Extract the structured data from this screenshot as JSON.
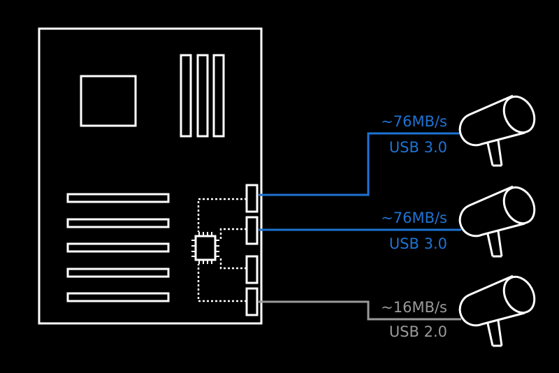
{
  "colors": {
    "background": "#000000",
    "board": "#ffffff",
    "usb3": "#1e73d2",
    "usb2": "#9a9a9a"
  },
  "connections": [
    {
      "speed": "~76MB/s",
      "type": "USB 3.0",
      "color": "#1e73d2"
    },
    {
      "speed": "~76MB/s",
      "type": "USB 3.0",
      "color": "#1e73d2"
    },
    {
      "speed": "~16MB/s",
      "type": "USB 2.0",
      "color": "#9a9a9a"
    }
  ],
  "devices": [
    {
      "icon": "camera-sensor-icon"
    },
    {
      "icon": "camera-sensor-icon"
    },
    {
      "icon": "camera-sensor-icon"
    }
  ],
  "motherboard": {
    "icon": "motherboard-icon",
    "ram_slots": 3,
    "expansion_slots": 5,
    "usb_ports": 4
  }
}
